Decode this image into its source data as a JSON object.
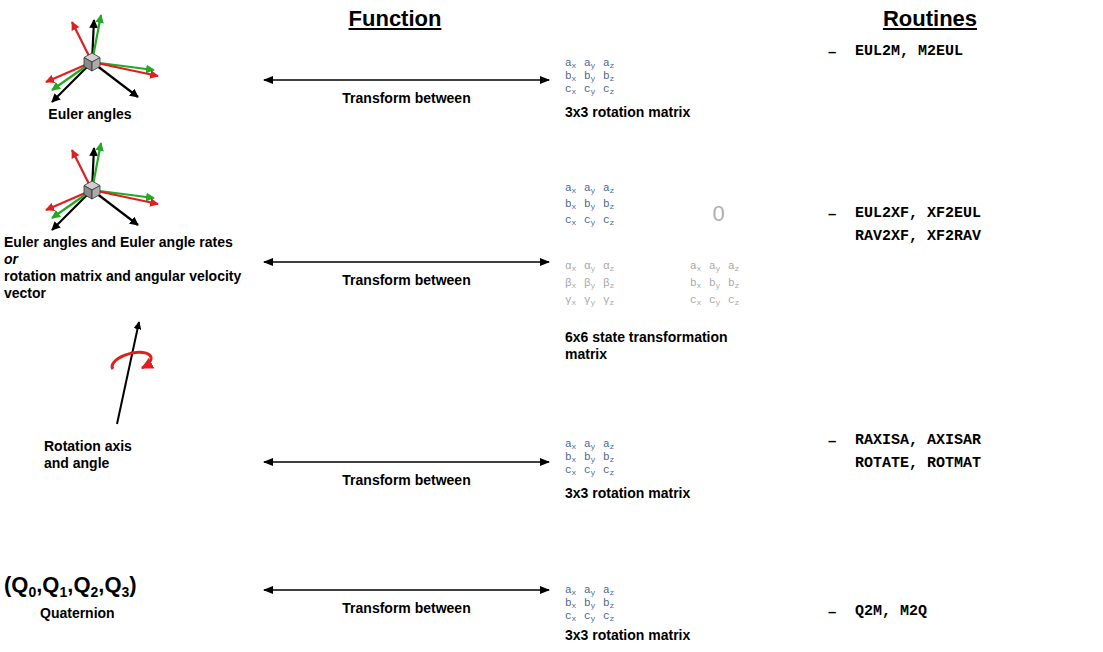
{
  "diagram": {
    "nodes": [
      {
        "text": [
          "Euler angles"
        ]
      },
      {
        "text": [
          "ax",
          "ay",
          "az",
          "bx",
          "by",
          "bz",
          "cx",
          "cy",
          "cz",
          "3x3 rotation matrix"
        ]
      },
      {
        "text": [
          "Euler angles and Euler angle rates",
          "or",
          "rotation matrix and angular velocity vector"
        ]
      },
      {
        "text": [
          "ax",
          "ay",
          "az",
          "bx",
          "by",
          "bz",
          "cx",
          "cy",
          "cz",
          "0",
          "αx",
          "αy",
          "αz",
          "βx",
          "βy",
          "βz",
          "γx",
          "γy",
          "γz",
          "ax",
          "ay",
          "az",
          "bx",
          "by",
          "bz",
          "cx",
          "cy",
          "cz",
          "6x6 state transformation matrix"
        ]
      },
      {
        "text": [
          "Rotation axis and angle"
        ]
      },
      {
        "text": [
          "ax",
          "ay",
          "az",
          "bx",
          "by",
          "bz",
          "cx",
          "cy",
          "cz",
          "3x3 rotation matrix"
        ]
      },
      {
        "text": [
          "(Q0,Q1,Q2,Q3)",
          "Quaternion"
        ]
      },
      {
        "text": [
          "ax",
          "ay",
          "az",
          "bx",
          "by",
          "bz",
          "cx",
          "cy",
          "cz",
          "3x3 rotation matrix"
        ]
      }
    ],
    "edges": [
      {
        "from": 0,
        "to": 1,
        "label": "Transform between",
        "arrow": "both"
      },
      {
        "from": 2,
        "to": 3,
        "label": "Transform between",
        "arrow": "both"
      },
      {
        "from": 4,
        "to": 5,
        "label": "Transform between",
        "arrow": "both"
      },
      {
        "from": 6,
        "to": 7,
        "label": "Transform between",
        "arrow": "both"
      }
    ],
    "labels": [
      "Function",
      "Routines",
      "–",
      "EUL2M, M2EUL",
      "–",
      "EUL2XF, XF2EUL",
      "RAV2XF, XF2RAV",
      "–",
      "RAXISA, AXISAR",
      "ROTATE, ROTMAT",
      "–",
      "Q2M, M2Q"
    ]
  }
}
